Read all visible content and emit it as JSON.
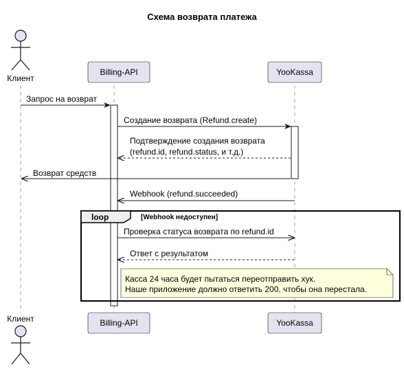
{
  "title": "Схема возврата платежа",
  "participants": {
    "client": "Клиент",
    "billing": "Billing-API",
    "yookassa": "YooKassa"
  },
  "messages": [
    "Запрос на возврат",
    "Создание возврата (Refund.create)",
    "Подтверждение создания возврата",
    "(refund.id, refund.status, и т.д.)",
    "Возврат средств",
    "Webhook (refund.succeeded)",
    "Проверка статуса возврата по refund.id",
    "Ответ с результатом"
  ],
  "loop": {
    "keyword": "loop",
    "condition": "[Webhook недоступен]"
  },
  "note": {
    "line1": "Касса 24 часа будет пытаться переотправить хук.",
    "line2": "Наше приложение должно ответить 200, чтобы она перестала."
  },
  "colors": {
    "participant_fill": "#E2E2F0",
    "participant_stroke": "#181818",
    "lifeline": "#A0A0A0",
    "note_fill": "#FEFFDD",
    "activation_fill": "#ffffff"
  }
}
